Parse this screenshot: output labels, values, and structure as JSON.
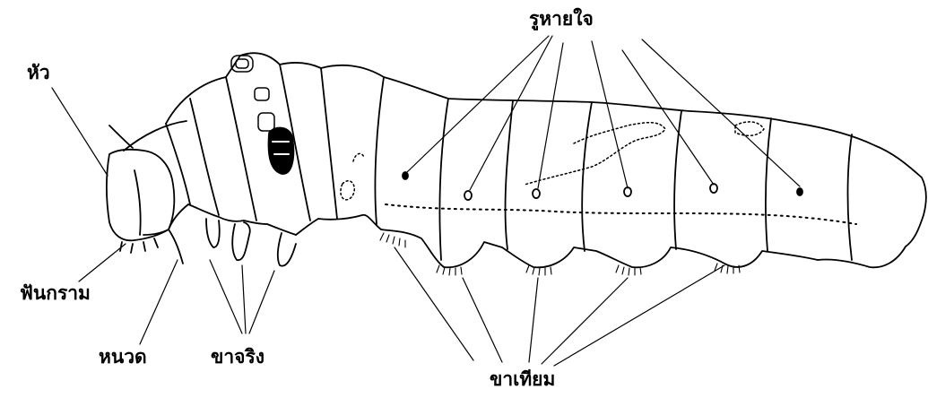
{
  "labels": {
    "head": "หัว",
    "spiracles": "รูหายใจ",
    "mandible": "ฟันกราม",
    "antenna": "หนวด",
    "true_legs": "ขาจริง",
    "prolegs": "ขาเทียม"
  },
  "colors": {
    "ink": "#000000",
    "background": "#ffffff"
  }
}
